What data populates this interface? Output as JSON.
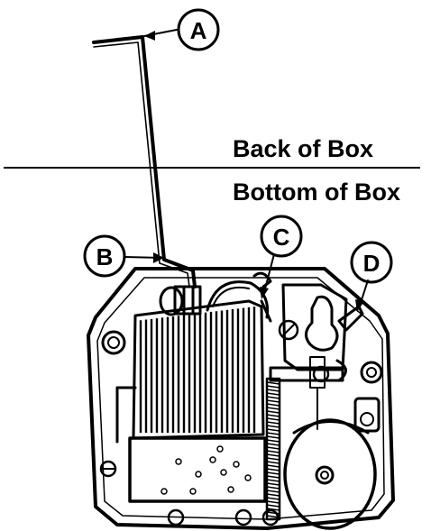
{
  "labels": {
    "back_of_box": "Back of Box",
    "bottom_of_box": "Bottom of Box"
  },
  "callouts": {
    "a": "A",
    "b": "B",
    "c": "C",
    "d": "D"
  }
}
